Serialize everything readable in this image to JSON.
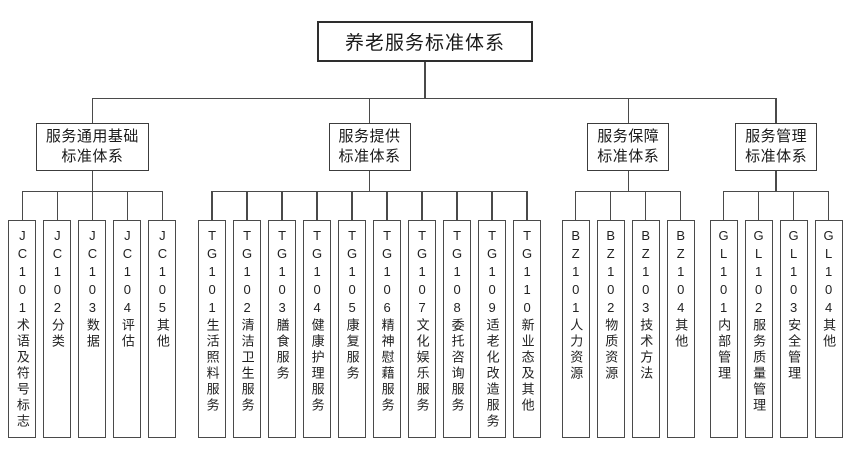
{
  "diagram": {
    "type": "tree-org-chart",
    "colors": {
      "background": "#ffffff",
      "box_border": "#3c3c3c",
      "line": "#4a4a4a",
      "text": "#1a1a1a"
    },
    "root": {
      "label": "养老服务标准体系"
    },
    "groups": [
      {
        "label": "服务通用基础\n标准体系",
        "leaves": [
          "JC101术语及符号标志",
          "JC102分类",
          "JC103数据",
          "JC104评估",
          "JC105其他"
        ]
      },
      {
        "label": "服务提供\n标准体系",
        "leaves": [
          "TG101生活照料服务",
          "TG102清洁卫生服务",
          "TG103膳食服务",
          "TG104健康护理服务",
          "TG105康复服务",
          "TG106精神慰藉服务",
          "TG107文化娱乐服务",
          "TG108委托咨询服务",
          "TG109适老化改造服务",
          "TG110新业态及其他"
        ]
      },
      {
        "label": "服务保障\n标准体系",
        "leaves": [
          "BZ101人力资源",
          "BZ102物质资源",
          "BZ103技术方法",
          "BZ104其他"
        ]
      },
      {
        "label": "服务管理\n标准体系",
        "leaves": [
          "GL101内部管理",
          "GL102服务质量管理",
          "GL103安全管理",
          "GL104其他"
        ]
      }
    ]
  }
}
